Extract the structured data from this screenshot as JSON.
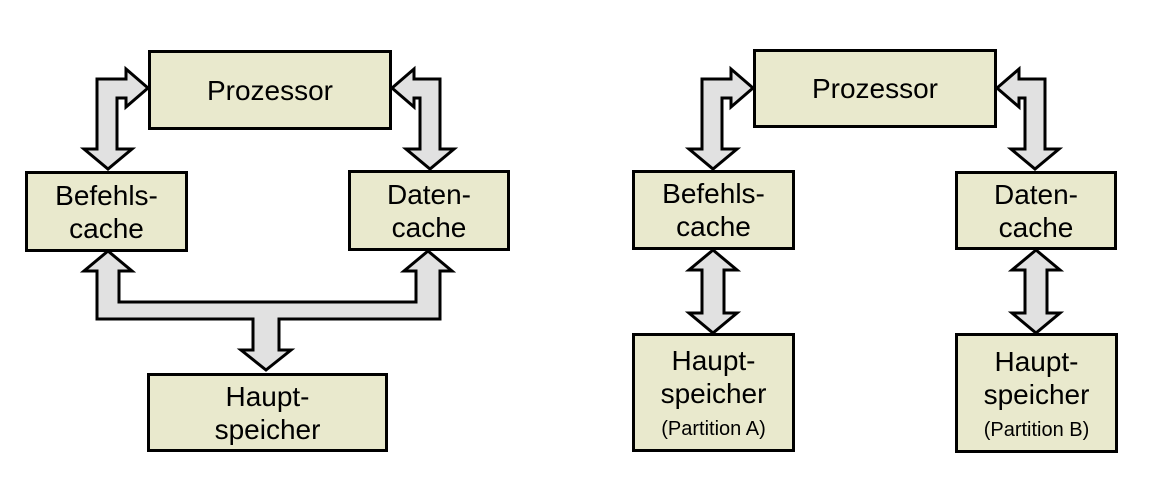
{
  "colors": {
    "background": "#ffffff",
    "box_fill": "#e9e9cd",
    "box_border": "#000000",
    "arrow_fill": "#e1e1e1",
    "arrow_stroke": "#000000",
    "text": "#000000"
  },
  "left_diagram": {
    "prozessor": "Prozessor",
    "befehls_cache": [
      "Befehls-",
      "cache"
    ],
    "daten_cache": [
      "Daten-",
      "cache"
    ],
    "hauptspeicher": [
      "Haupt-",
      "speicher"
    ]
  },
  "right_diagram": {
    "prozessor": "Prozessor",
    "befehls_cache": [
      "Befehls-",
      "cache"
    ],
    "daten_cache": [
      "Daten-",
      "cache"
    ],
    "hauptspeicher_a": [
      "Haupt-",
      "speicher"
    ],
    "hauptspeicher_a_sub": "(Partition A)",
    "hauptspeicher_b": [
      "Haupt-",
      "speicher"
    ],
    "hauptspeicher_b_sub": "(Partition B)"
  }
}
